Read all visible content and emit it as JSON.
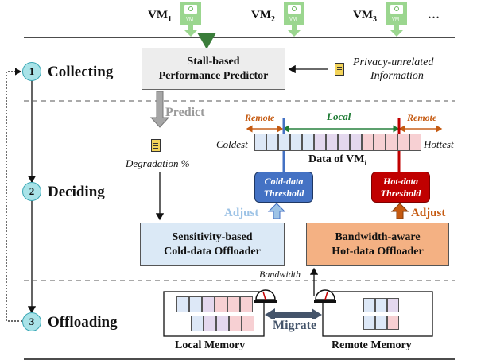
{
  "vms": [
    {
      "label": "VM",
      "sub": "1",
      "icon_text": "VM"
    },
    {
      "label": "VM",
      "sub": "2",
      "icon_text": "VM"
    },
    {
      "label": "VM",
      "sub": "3",
      "icon_text": "VM"
    }
  ],
  "vm_ellipsis": "…",
  "steps": [
    {
      "num": "1",
      "label": "Collecting"
    },
    {
      "num": "2",
      "label": "Deciding"
    },
    {
      "num": "3",
      "label": "Offloading"
    }
  ],
  "predictor": {
    "line1": "Stall-based",
    "line2": "Performance Predictor"
  },
  "privacy": {
    "line1": "Privacy-unrelated",
    "line2": "Information"
  },
  "predict_label": "Predict",
  "degradation_label": "Degradation %",
  "data_bar": {
    "remote_left": "Remote",
    "local": "Local",
    "remote_right": "Remote",
    "coldest": "Coldest",
    "hottest": "Hottest",
    "title": "Data of VM",
    "title_sub": "i"
  },
  "cold_threshold": {
    "line1": "Cold-data",
    "line2": "Threshold"
  },
  "hot_threshold": {
    "line1": "Hot-data",
    "line2": "Threshold"
  },
  "adjust_left": "Adjust",
  "adjust_right": "Adjust",
  "cold_offloader": {
    "line1": "Sensitivity-based",
    "line2": "Cold-data Offloader"
  },
  "hot_offloader": {
    "line1": "Bandwidth-aware",
    "line2": "Hot-data Offloader"
  },
  "bandwidth_label": "Bandwidth",
  "migrate_label": "Migrate",
  "local_memory": "Local Memory",
  "remote_memory": "Remote Memory",
  "colors": {
    "vm_green": "#9bd68f",
    "cold_blue": "#4472c4",
    "hot_red": "#c00000",
    "cold_box": "#dbe9f6",
    "hot_box": "#f4b183",
    "predictor_box": "#ededed",
    "accent_orange": "#c55a11",
    "local_green": "#1e7b34",
    "arrow_gray": "#9a9a9a",
    "cell_blue": "#dde8f7",
    "cell_purple": "#e4d8ee",
    "cell_red": "#f7d0d3",
    "migrate_arrow": "#44546a"
  }
}
